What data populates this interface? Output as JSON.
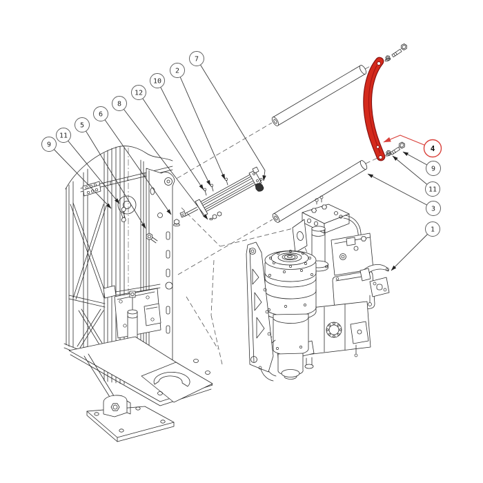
{
  "diagram": {
    "kind": "exploded-parts-drawing",
    "background": "#ffffff",
    "line_color": "#2b2b2b",
    "highlight_part_fill": "#d42a1c",
    "highlight_part_outline": "#7e0d0d",
    "highlight_leader_color": "#d9403a",
    "highlighted_callout": "4"
  },
  "callouts": {
    "left": [
      {
        "label": "9"
      },
      {
        "label": "11"
      },
      {
        "label": "5"
      },
      {
        "label": "6"
      },
      {
        "label": "8"
      },
      {
        "label": "12"
      },
      {
        "label": "10"
      },
      {
        "label": "2"
      },
      {
        "label": "7"
      }
    ],
    "right": [
      {
        "label": "4"
      },
      {
        "label": "9"
      },
      {
        "label": "11"
      },
      {
        "label": "3"
      },
      {
        "label": "1"
      }
    ]
  }
}
